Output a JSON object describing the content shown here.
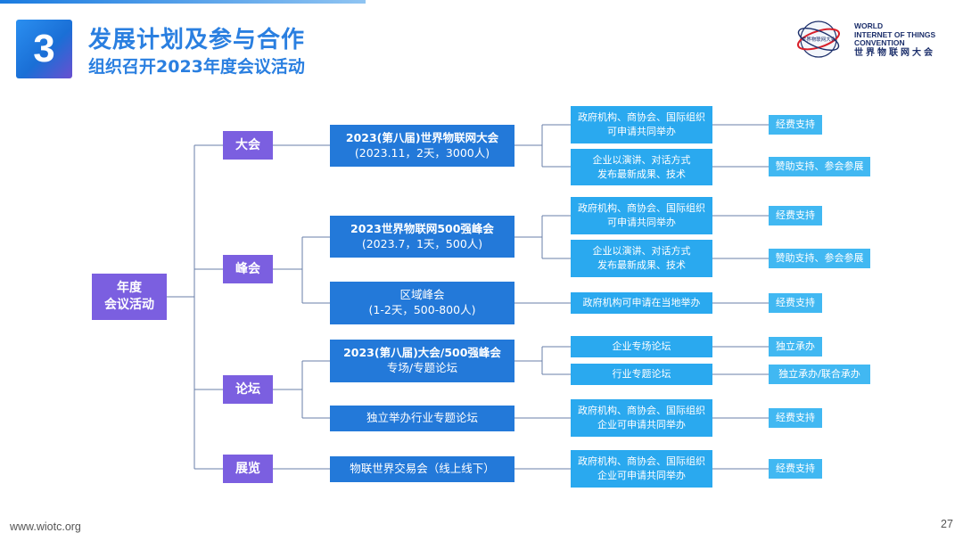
{
  "header": {
    "section_number": "3",
    "title": "发展计划及参与合作",
    "subtitle": "组织召开2023年度会议活动"
  },
  "logo": {
    "line1": "WORLD",
    "line2": "INTERNET OF THINGS",
    "line3": "CONVENTION",
    "cn": "世界物联网大会",
    "emblem_text": "世界物联网大会"
  },
  "tree": {
    "root": {
      "line1": "年度",
      "line2": "会议活动"
    },
    "categories": {
      "dahui": "大会",
      "fenghui": "峰会",
      "luntan": "论坛",
      "zhanlan": "展览"
    },
    "events": {
      "e1": {
        "line1": "2023(第八届)世界物联网大会",
        "line2": "(2023.11，2天，3000人)"
      },
      "e2": {
        "line1": "2023世界物联网500强峰会",
        "line2": "(2023.7，1天，500人)"
      },
      "e3": {
        "line1": "区域峰会",
        "line2": "(1-2天，500-800人)"
      },
      "e4": {
        "line1": "2023(第八届)大会/500强峰会",
        "line2": "专场/专题论坛"
      },
      "e5": {
        "line1": "独立举办行业专题论坛"
      },
      "e6": {
        "line1": "物联世界交易会（线上线下）"
      }
    },
    "options": {
      "o1": {
        "line1": "政府机构、商协会、国际组织",
        "line2": "可申请共同举办"
      },
      "o2": {
        "line1": "企业以演讲、对话方式",
        "line2": "发布最新成果、技术"
      },
      "o3": {
        "line1": "政府机构、商协会、国际组织",
        "line2": "可申请共同举办"
      },
      "o4": {
        "line1": "企业以演讲、对话方式",
        "line2": "发布最新成果、技术"
      },
      "o5": {
        "line1": "政府机构可申请在当地举办"
      },
      "o6": {
        "line1": "企业专场论坛"
      },
      "o7": {
        "line1": "行业专题论坛"
      },
      "o8": {
        "line1": "政府机构、商协会、国际组织",
        "line2": "企业可申请共同举办"
      },
      "o9": {
        "line1": "政府机构、商协会、国际组织",
        "line2": "企业可申请共同举办"
      }
    },
    "support": {
      "s1": "经费支持",
      "s2": "赞助支持、参会参展",
      "s3": "经费支持",
      "s4": "赞助支持、参会参展",
      "s5": "经费支持",
      "s6": "独立承办",
      "s7": "独立承办/联合承办",
      "s8": "经费支持",
      "s9": "经费支持"
    }
  },
  "footer": {
    "url": "www.wiotc.org",
    "page": "27"
  },
  "colors": {
    "title": "#2a7fe0",
    "purple": "#7b5fe0",
    "event_blue": "#2379d9",
    "option_cyan": "#2aa9ef",
    "leaf_cyan": "#41b8f2",
    "line": "#6a7fa8"
  }
}
